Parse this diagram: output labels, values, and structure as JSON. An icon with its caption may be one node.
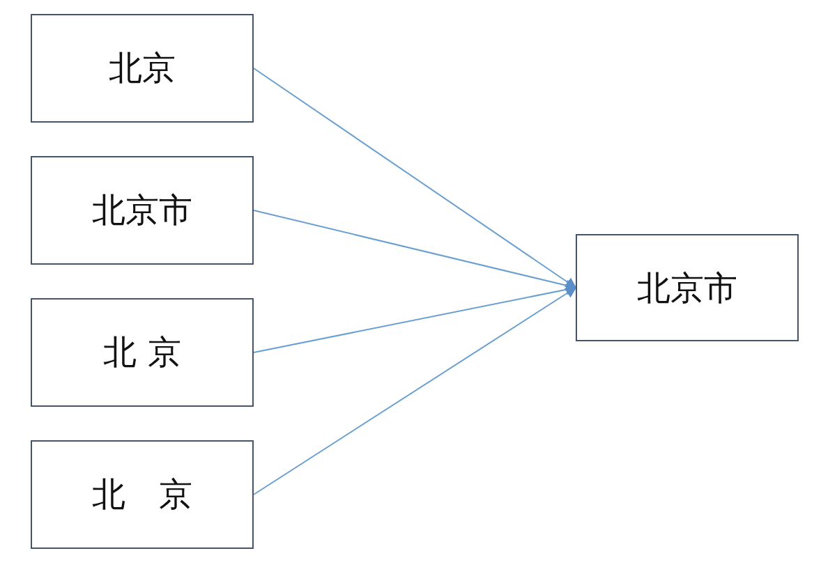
{
  "diagram": {
    "nodes": [
      {
        "text": [
          "北京"
        ]
      },
      {
        "text": [
          "北京市"
        ]
      },
      {
        "text": [
          "北 京"
        ]
      },
      {
        "text": [
          "北　京"
        ]
      },
      {
        "text": [
          "北京市"
        ]
      }
    ],
    "edges": [
      {
        "from": 0,
        "to": 4,
        "arrow": "to"
      },
      {
        "from": 1,
        "to": 4,
        "arrow": "to"
      },
      {
        "from": 2,
        "to": 4,
        "arrow": "to"
      },
      {
        "from": 3,
        "to": 4,
        "arrow": "to"
      }
    ]
  }
}
